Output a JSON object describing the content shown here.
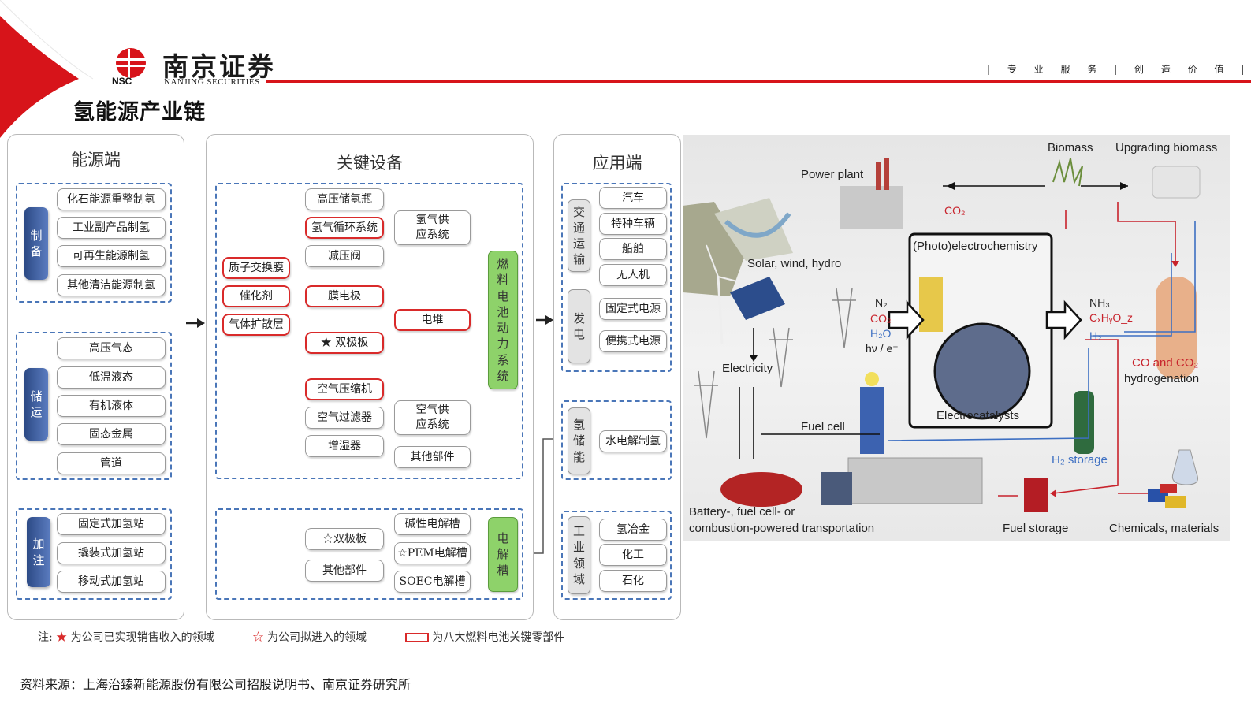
{
  "header": {
    "logo_cn": "南京证券",
    "logo_en": "NANJING SECURITIES",
    "logo_abbr": "NSC",
    "slogan": "| 专 业 服 务 | 创 造 价 值 |",
    "brand_color": "#d7141a"
  },
  "page_title": "氢能源产业链",
  "energy_panel": {
    "title": "能源端",
    "groups": [
      {
        "label": "制\n备",
        "items": [
          "化石能源重整制氢",
          "工业副产品制氢",
          "可再生能源制氢",
          "其他清洁能源制氢"
        ]
      },
      {
        "label": "储\n运",
        "items": [
          "高压气态",
          "低温液态",
          "有机液体",
          "固态金属",
          "管道"
        ]
      },
      {
        "label": "加\n注",
        "items": [
          "固定式加氢站",
          "撬装式加氢站",
          "移动式加氢站"
        ]
      }
    ]
  },
  "equipment_panel": {
    "title": "关键设备",
    "materials": [
      "质子交换膜",
      "催化剂",
      "气体扩散层"
    ],
    "hydrogen_supply_parts": [
      "高压储氢瓶",
      "氢气循环系统",
      "减压阀"
    ],
    "stack_parts": [
      "膜电极",
      "★ 双极板"
    ],
    "air_supply_parts": [
      "空气压缩机",
      "空气过滤器",
      "增湿器"
    ],
    "subsystems": [
      "氢气供\n应系统",
      "电堆",
      "空气供\n应系统",
      "其他部件"
    ],
    "fuel_cell_system": "燃\n料\n电\n池\n动\n力\n系\n统",
    "electrolyzer_parts": [
      "☆双极板",
      "其他部件"
    ],
    "electrolyzer_types": [
      "碱性电解槽",
      "☆PEM电解槽",
      "SOEC电解槽"
    ],
    "electrolyzer": "电\n解\n槽"
  },
  "application_panel": {
    "title": "应用端",
    "transport": {
      "label": "交\n通\n运\n输",
      "items": [
        "汽车",
        "特种车辆",
        "船舶",
        "无人机"
      ]
    },
    "power": {
      "label": "发\n电",
      "items": [
        "固定式电源",
        "便携式电源"
      ]
    },
    "storage": {
      "label": "氢\n储\n能",
      "items": [
        "水电解制氢"
      ]
    },
    "industry": {
      "label": "工\n业\n领\n域",
      "items": [
        "氢冶金",
        "化工",
        "石化"
      ]
    }
  },
  "illustration": {
    "labels": {
      "power_plant": "Power plant",
      "biomass": "Biomass",
      "upgrading_biomass": "Upgrading biomass",
      "solar": "Solar, wind, hydro",
      "photoelectro": "(Photo)electrochemistry",
      "electricity": "Electricity",
      "electrocatalysts": "Electrocatalysts",
      "fuel_cell": "Fuel cell",
      "h2_storage": "H₂ storage",
      "co_co2": "CO and CO₂",
      "hydrogenation": "hydrogenation",
      "battery_line1": "Battery-, fuel cell- or",
      "battery_line2": "combustion-powered transportation",
      "fuel_storage": "Fuel storage",
      "chemicals": "Chemicals, materials",
      "co2": "CO₂",
      "inputs": [
        "N₂",
        "CO₂",
        "H₂O",
        "hν / e⁻"
      ],
      "outputs": [
        "NH₃",
        "CₓHᵧO_z",
        "H₂"
      ]
    }
  },
  "legend": {
    "solid_star": "★",
    "solid_star_text": "为公司已实现销售收入的领域",
    "hollow_star": "☆",
    "hollow_star_text": "为公司拟进入的领域",
    "red_box_text": "为八大燃料电池关键零部件",
    "note_label": "注:"
  },
  "source": "资料来源：上海治臻新能源股份有限公司招股说明书、南京证券研究所",
  "colors": {
    "dash": "#4a76b8",
    "red_box": "#d92a2a",
    "green": "#8ed26a",
    "navy": "#2c4a85"
  }
}
